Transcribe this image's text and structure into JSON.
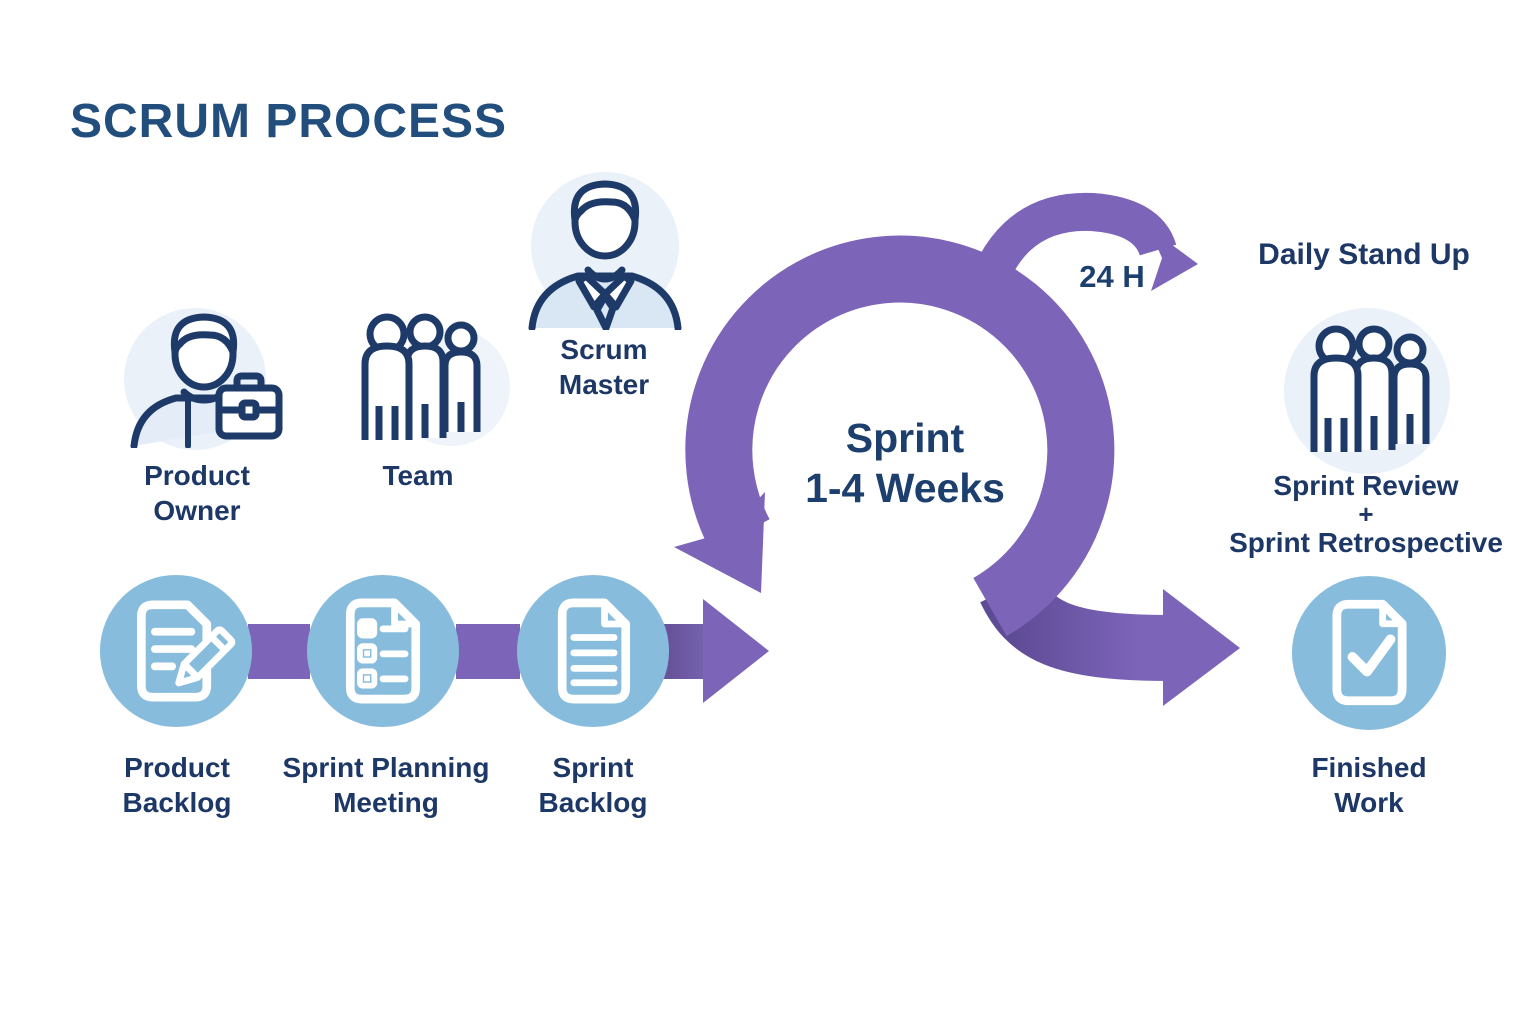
{
  "title": "SCRUM PROCESS",
  "colors": {
    "arrow_purple": "#7C64B9",
    "arrow_purple_dark": "#5E4B95",
    "icon_navy": "#1E3A68",
    "label_navy": "#1D3866",
    "title_blue": "#214E7D",
    "step_circle_blue": "#87BCDD",
    "pale_circle_blue": "#EAF1F8",
    "doc_white": "#FFFFFF"
  },
  "actors": {
    "product_owner": {
      "line1": "Product",
      "line2": "Owner",
      "icon": "person-briefcase-icon"
    },
    "team": {
      "label": "Team",
      "icon": "team-icon"
    },
    "scrum_master": {
      "line1": "Scrum",
      "line2": "Master",
      "icon": "person-tie-icon"
    }
  },
  "loop": {
    "sprint_line1": "Sprint",
    "sprint_line2": "1-4 Weeks",
    "daily_cycle": "24 H",
    "daily_standup": "Daily Stand Up"
  },
  "review": {
    "line1": "Sprint Review",
    "line2": "+",
    "line3": "Sprint Retrospective",
    "icon": "team-icon"
  },
  "steps": [
    {
      "line1": "Product",
      "line2": "Backlog",
      "icon": "document-pencil-icon"
    },
    {
      "line1": "Sprint Planning",
      "line2": "Meeting",
      "icon": "checklist-document-icon"
    },
    {
      "line1": "Sprint",
      "line2": "Backlog",
      "icon": "document-lines-icon"
    },
    {
      "line1": "Finished",
      "line2": "Work",
      "icon": "document-check-icon"
    }
  ]
}
